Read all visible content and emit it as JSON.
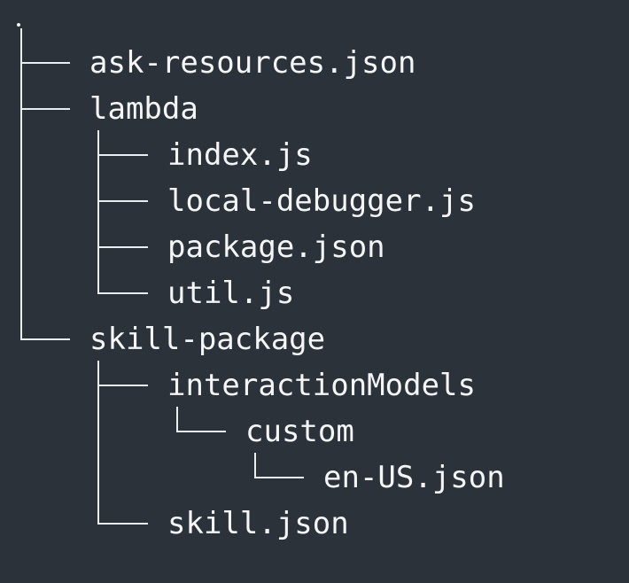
{
  "tree": {
    "root_label": ".",
    "items": [
      {
        "label": "ask-resources.json",
        "depth": 0
      },
      {
        "label": "lambda",
        "depth": 0
      },
      {
        "label": "index.js",
        "depth": 1
      },
      {
        "label": "local-debugger.js",
        "depth": 1
      },
      {
        "label": "package.json",
        "depth": 1
      },
      {
        "label": "util.js",
        "depth": 1
      },
      {
        "label": "skill-package",
        "depth": 0
      },
      {
        "label": "interactionModels",
        "depth": 1
      },
      {
        "label": "custom",
        "depth": 2
      },
      {
        "label": "en-US.json",
        "depth": 3
      },
      {
        "label": "skill.json",
        "depth": 1
      }
    ]
  },
  "colors": {
    "background": "#2b3239",
    "text": "#f3f5f6",
    "lines": "#e9edf0"
  }
}
